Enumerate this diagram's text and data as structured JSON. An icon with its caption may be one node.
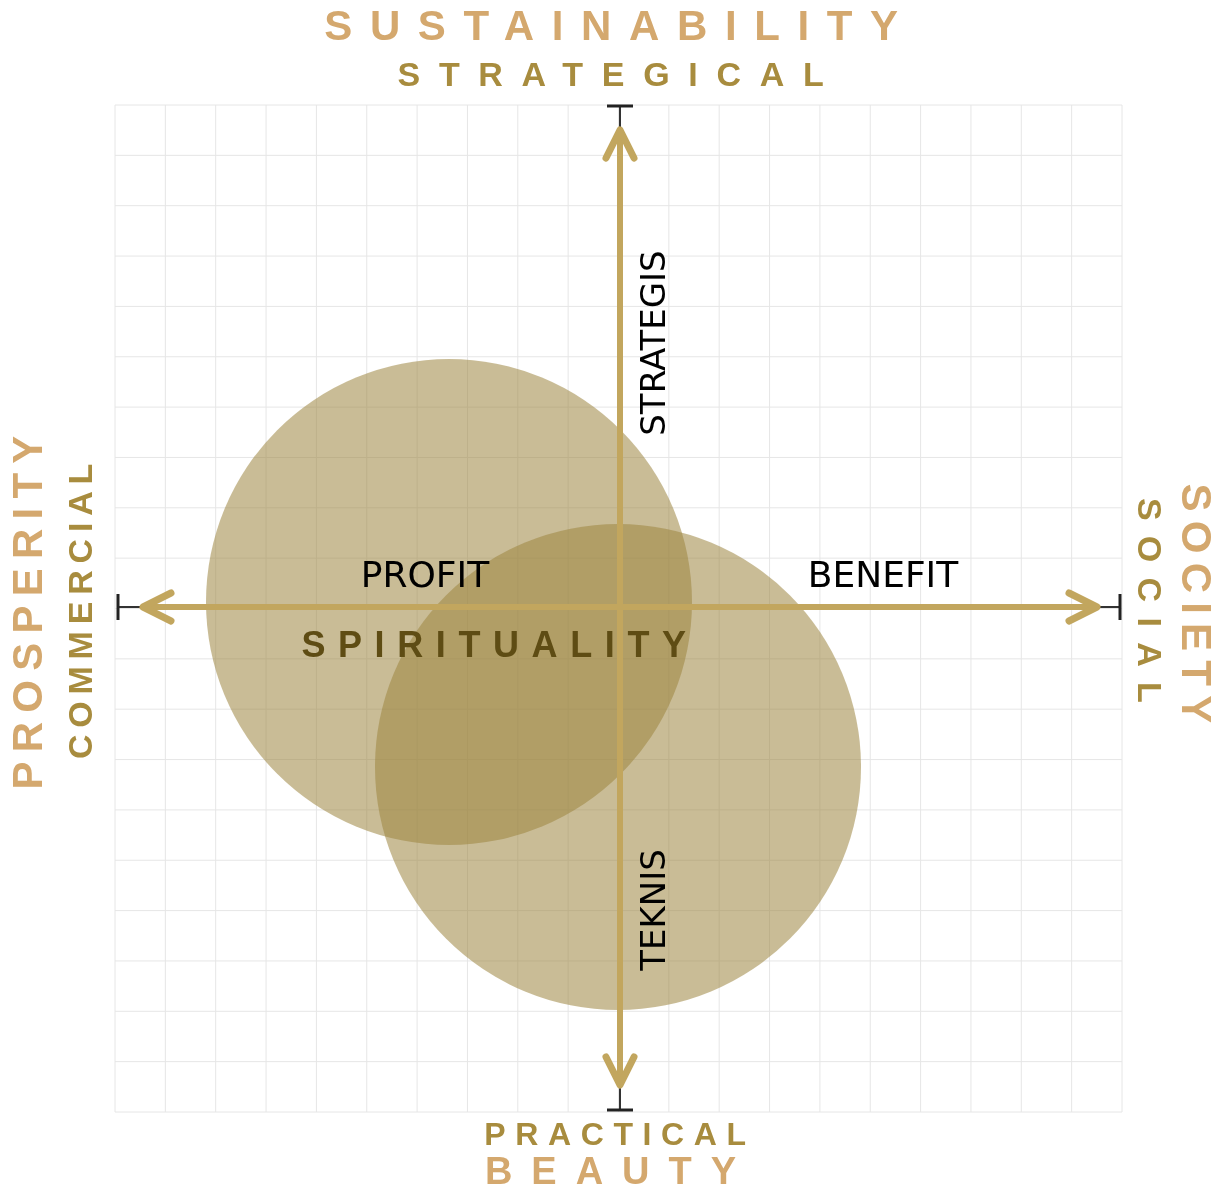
{
  "diagram": {
    "labels": [
      "SUSTAINABILITY",
      "STRATEGICAL",
      "STRATEGIS",
      "PROSPERITY",
      "COMMERCIAL",
      "PROFIT",
      "BENEFIT",
      "SPIRITUALITY",
      "SOCIETY",
      "SOCIAL",
      "TEKNIS",
      "PRACTICAL",
      "BEAUTY"
    ]
  }
}
